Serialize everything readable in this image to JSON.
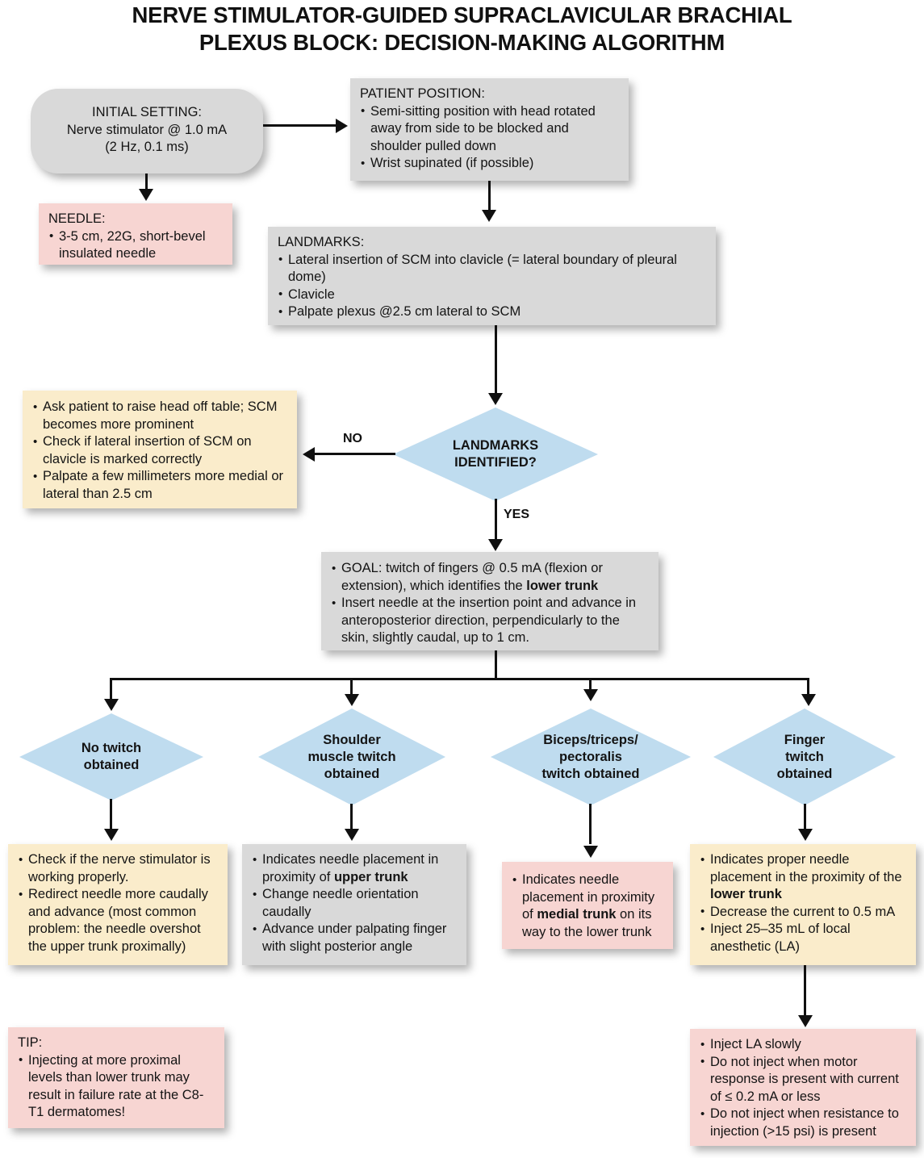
{
  "title": {
    "line1": "NERVE STIMULATOR-GUIDED SUPRACLAVICULAR BRACHIAL",
    "line2": "PLEXUS BLOCK: DECISION-MAKING ALGORITHM"
  },
  "colors": {
    "gray_fill": "#d9d9d9",
    "pink_fill": "#f7d5d2",
    "cream_fill": "#faeccb",
    "diamond_fill": "#bfdcef",
    "line": "#101010",
    "text": "#141414"
  },
  "nodes": {
    "initial_setting": {
      "line1": "INITIAL SETTING:",
      "line2": "Nerve stimulator @ 1.0 mA",
      "line3": "(2 Hz, 0.1 ms)"
    },
    "patient_position": {
      "heading": "PATIENT POSITION:",
      "items": [
        "Semi-sitting position with head rotated away from side to be blocked and shoulder pulled down",
        "Wrist supinated (if possible)"
      ]
    },
    "needle": {
      "heading": "NEEDLE:",
      "items": [
        "3-5 cm, 22G, short-bevel insulated needle"
      ]
    },
    "landmarks": {
      "heading": "LANDMARKS:",
      "items": [
        "Lateral insertion of SCM into clavicle (= lateral boundary of pleural dome)",
        "Clavicle",
        "Palpate plexus @2.5 cm lateral to SCM"
      ]
    },
    "landmarks_no": {
      "items": [
        "Ask patient to raise head off table; SCM becomes more prominent",
        "Check if lateral insertion of SCM on clavicle is marked correctly",
        "Palpate a few millimeters more medial or lateral than 2.5 cm"
      ]
    },
    "goal": {
      "item1_a": "GOAL: twitch of fingers @ 0.5 mA (flexion or extension), which identifies the ",
      "item1_bold": "lower trunk",
      "item2": "Insert needle at the insertion point and advance in anteroposterior direction, perpendicularly to the skin, slightly caudal, up to 1 cm."
    },
    "no_twitch_result": {
      "items": [
        "Check if the nerve stimulator is working properly.",
        "Redirect needle more caudally and advance (most common problem: the needle overshot the upper trunk proximally)"
      ]
    },
    "shoulder_result": {
      "item1_a": "Indicates needle placement in proximity of ",
      "item1_bold": "upper trunk",
      "item2": "Change needle orientation caudally",
      "item3": "Advance under palpating finger with slight posterior angle"
    },
    "biceps_result": {
      "item1_a": "Indicates needle placement in proximity of ",
      "item1_bold": "medial trunk",
      "item1_c": " on its way to the lower trunk"
    },
    "finger_result": {
      "item1_a": "Indicates proper needle placement in the proximity of the ",
      "item1_bold": "lower trunk",
      "item2": "Decrease the current to 0.5 mA",
      "item3": "Inject 25–35 mL of local anesthetic (LA)"
    },
    "tip": {
      "heading": "TIP:",
      "items": [
        "Injecting at more proximal levels than lower trunk may result in failure rate at the C8-T1 dermatomes!"
      ]
    },
    "inject_rules": {
      "items": [
        "Inject LA slowly",
        "Do not inject when motor response is present with current of ≤ 0.2 mA or less",
        "Do not inject when resistance to injection (>15 psi) is present"
      ]
    }
  },
  "decisions": {
    "landmarks_identified": {
      "line1": "LANDMARKS",
      "line2": "IDENTIFIED?"
    },
    "no_twitch": {
      "line1": "No twitch",
      "line2": "obtained"
    },
    "shoulder_twitch": {
      "line1": "Shoulder",
      "line2": "muscle twitch",
      "line3": "obtained"
    },
    "biceps_twitch": {
      "line1": "Biceps/triceps/",
      "line2": "pectoralis",
      "line3": "twitch obtained"
    },
    "finger_twitch": {
      "line1": "Finger",
      "line2": "twitch",
      "line3": "obtained"
    }
  },
  "edge_labels": {
    "no": "NO",
    "yes": "YES"
  }
}
